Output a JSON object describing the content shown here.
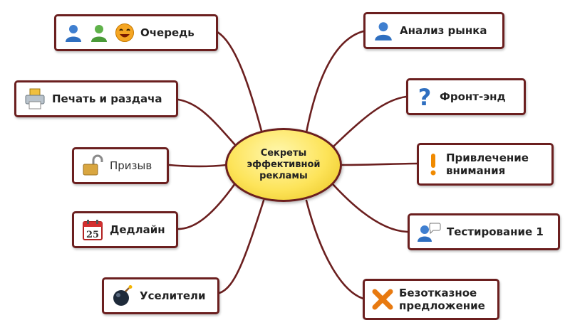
{
  "center": {
    "label": "Секреты\nэффективной\nрекламы"
  },
  "nodes": [
    {
      "id": "queue",
      "label": "Очередь",
      "icons": [
        "user-blue-icon",
        "user-green-icon",
        "smiley-icon"
      ]
    },
    {
      "id": "print",
      "label": "Печать и раздача",
      "icons": [
        "printer-icon"
      ]
    },
    {
      "id": "call",
      "label": "Призыв",
      "icons": [
        "unlocked-padlock-icon"
      ]
    },
    {
      "id": "deadline",
      "label": "Дедлайн",
      "icons": [
        "calendar-icon"
      ],
      "calendar_day": "25"
    },
    {
      "id": "boosters",
      "label": "Уселители",
      "icons": [
        "bomb-icon"
      ]
    },
    {
      "id": "market",
      "label": "Анализ рынка",
      "icons": [
        "user-blue-icon"
      ]
    },
    {
      "id": "frontend",
      "label": "Фронт-энд",
      "icons": [
        "question-mark-icon"
      ]
    },
    {
      "id": "attention",
      "label": "Привлечение\nвнимания",
      "icons": [
        "exclamation-mark-icon"
      ]
    },
    {
      "id": "testing",
      "label": "Тестирование 1",
      "icons": [
        "user-speech-icon"
      ]
    },
    {
      "id": "offer",
      "label": "Безотказное\nпредложение",
      "icons": [
        "orange-x-icon"
      ]
    }
  ],
  "colors": {
    "connector": "#6b1f1f",
    "center_fill": "#fde45a",
    "accent_orange": "#f08a00",
    "accent_blue": "#2f6fc0"
  }
}
